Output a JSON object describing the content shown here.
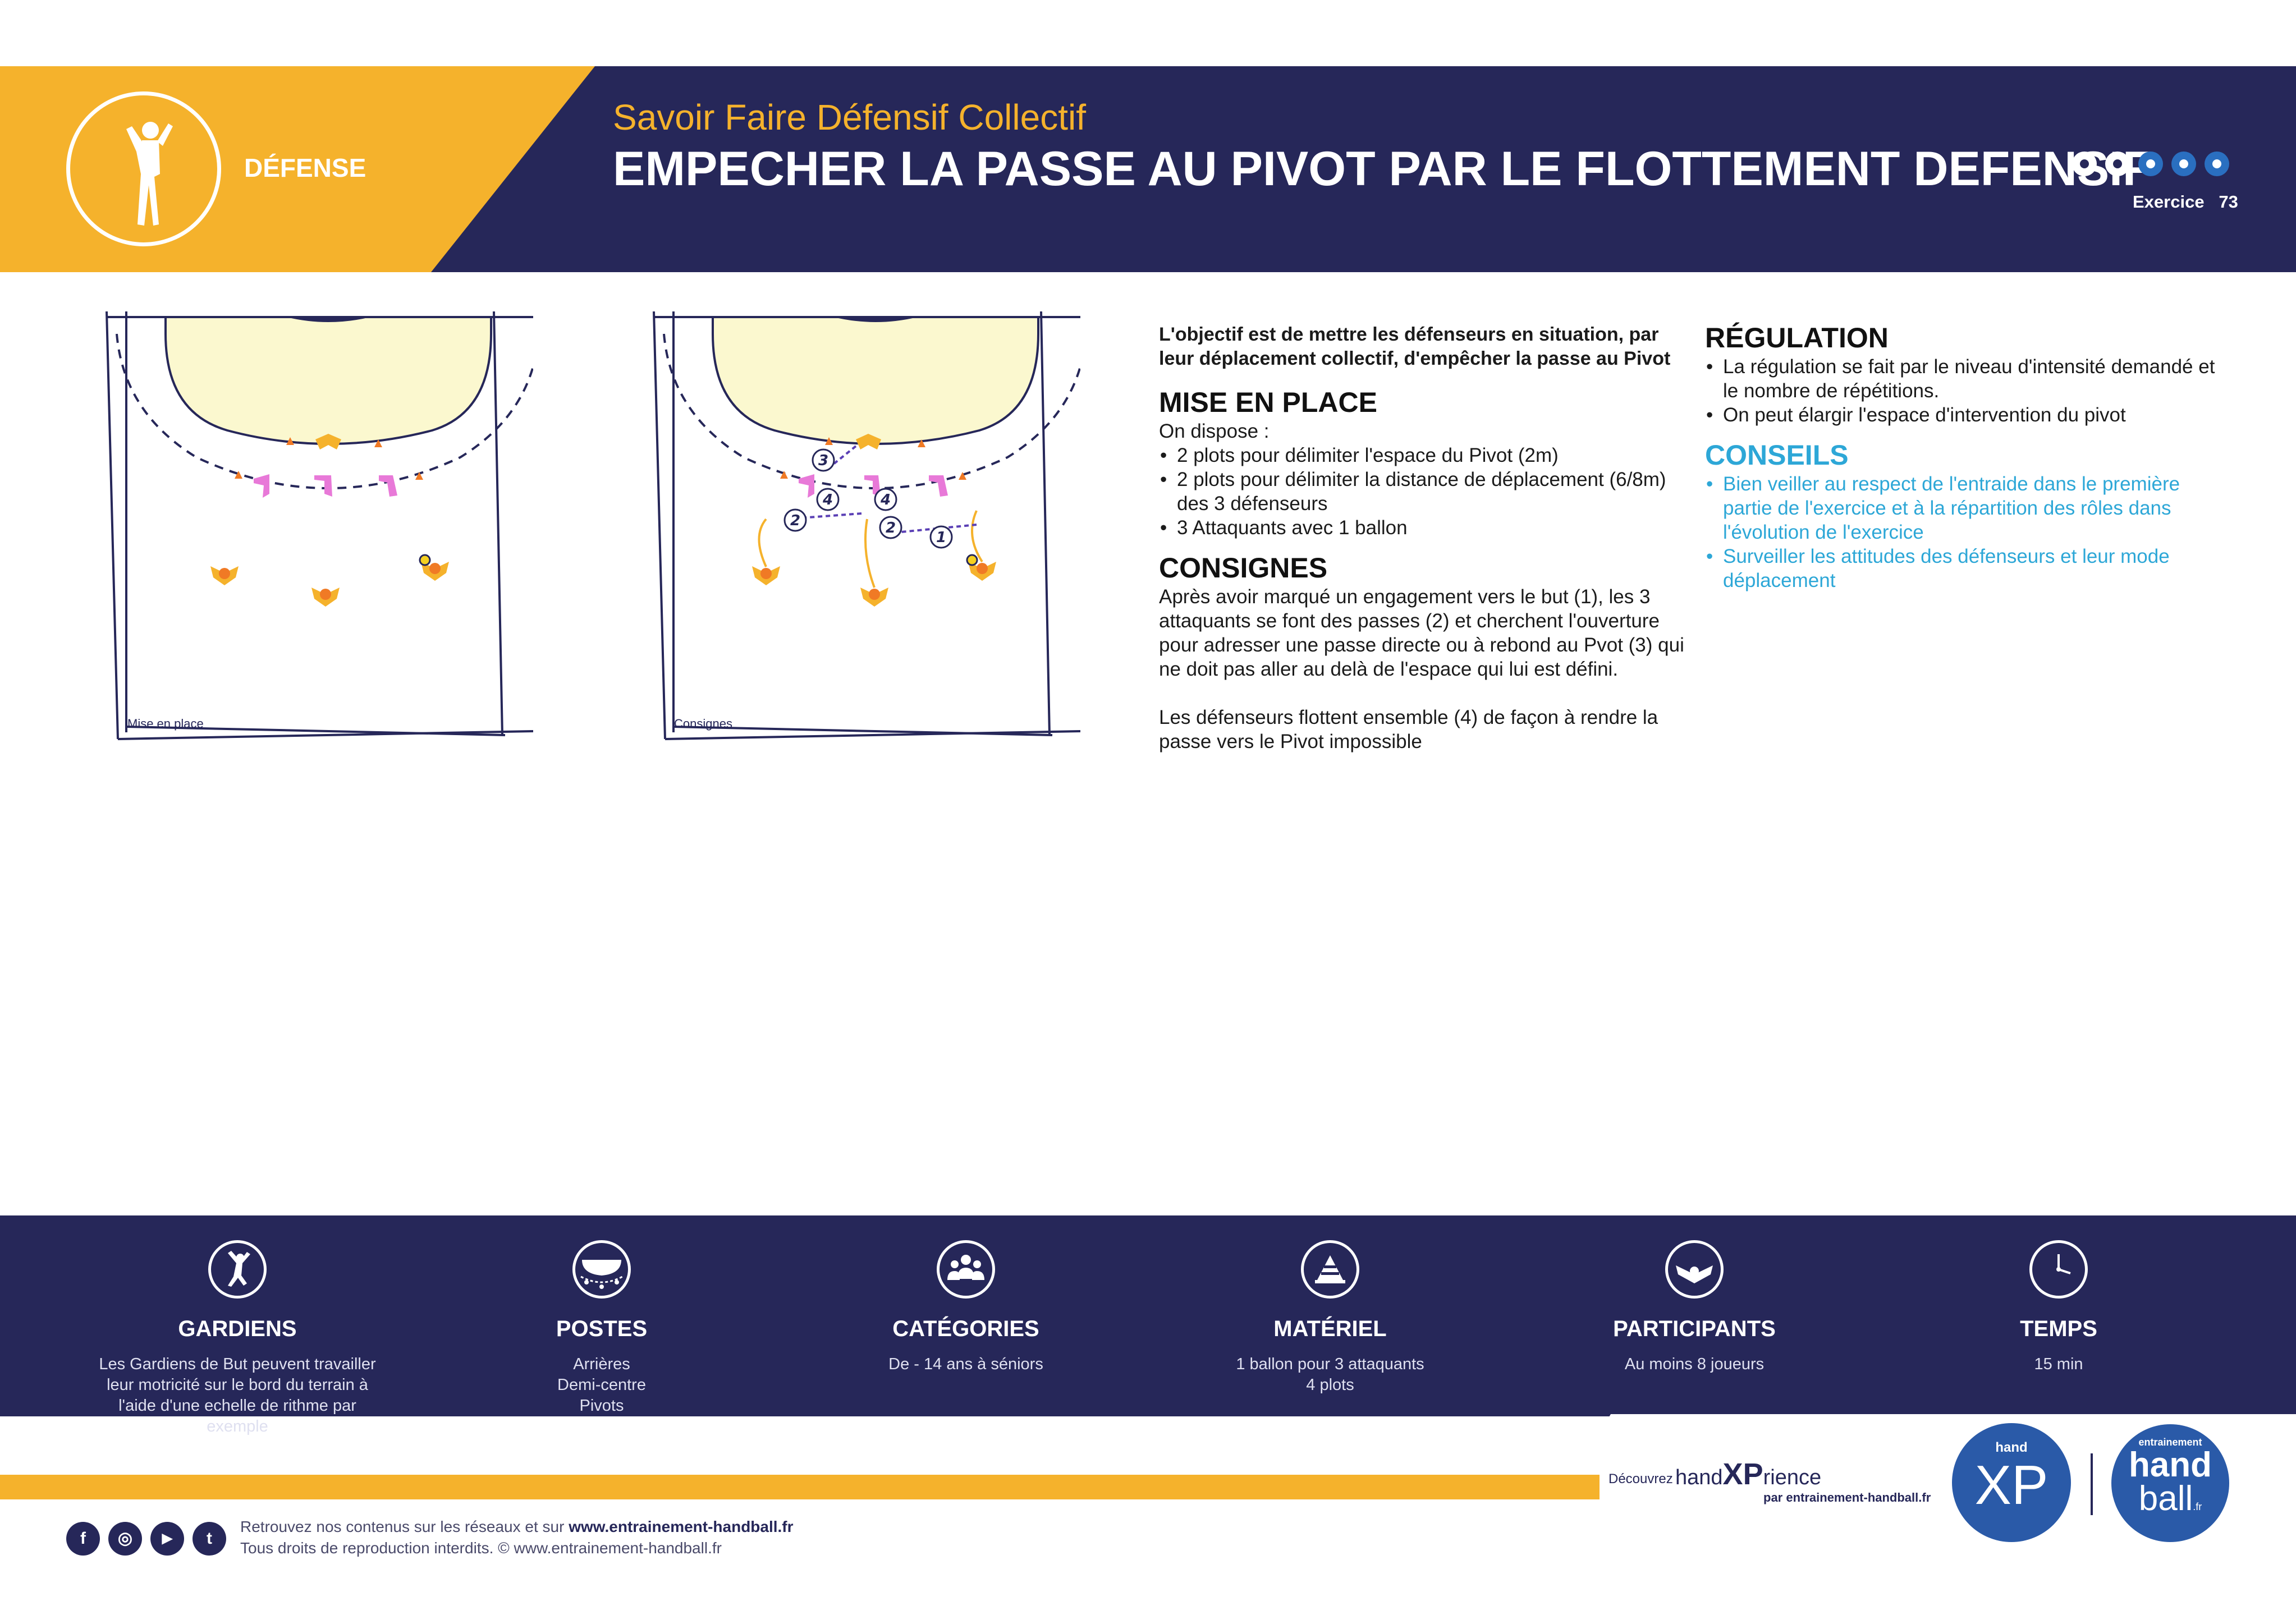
{
  "header": {
    "category": "DÉFENSE",
    "subtitle": "Savoir Faire Défensif Collectif",
    "title": "EMPECHER LA PASSE AU PIVOT PAR LE FLOTTEMENT DEFENSIF",
    "difficulty": {
      "filled": 2,
      "total": 5
    },
    "exercise_label": "Exercice",
    "exercise_number": "73"
  },
  "diagrams": {
    "left_caption": "Mise en place",
    "right_caption": "Consignes",
    "arrow_labels": [
      "1",
      "2",
      "2",
      "3",
      "4",
      "4"
    ]
  },
  "intro": "L'objectif est de mettre les défenseurs en situation, par leur déplacement collectif, d'empêcher la passe au Pivot",
  "setup": {
    "heading": "MISE EN PLACE",
    "lead": "On dispose :",
    "items": [
      "2 plots pour délimiter l'espace du Pivot (2m)",
      "2 plots pour délimiter la distance de déplacement (6/8m) des 3 défenseurs",
      "3 Attaquants avec 1 ballon"
    ]
  },
  "instructions": {
    "heading": "CONSIGNES",
    "p1": "Après avoir marqué un engagement vers le but (1), les 3 attaquants se font des passes (2) et cherchent l'ouverture pour adresser une passe directe ou à rebond au Pvot (3) qui ne doit pas aller au delà de l'espace qui lui est défini.",
    "p2": "Les défenseurs flottent ensemble (4) de façon à rendre la passe vers le Pivot impossible"
  },
  "regulation": {
    "heading": "RÉGULATION",
    "items": [
      "La régulation se fait par le niveau d'intensité demandé et le nombre de répétitions.",
      "On peut élargir l'espace d'intervention du pivot"
    ]
  },
  "tips": {
    "heading": "CONSEILS",
    "items": [
      "Bien veiller au respect de l'entraide dans le première partie de l'exercice et à la répartition des rôles dans l'évolution de l'exercice",
      "Surveiller les attitudes des défenseurs et leur mode déplacement"
    ]
  },
  "info": [
    {
      "label": "GARDIENS",
      "icon": "goalkeeper-icon",
      "value": "Les Gardiens de But peuvent travailler leur motricité sur le bord du terrain à l'aide d'une echelle de rithme par exemple"
    },
    {
      "label": "POSTES",
      "icon": "court-positions-icon",
      "value": "Arrières\nDemi-centre\nPivots"
    },
    {
      "label": "CATÉGORIES",
      "icon": "group-icon",
      "value": "De - 14 ans à séniors"
    },
    {
      "label": "MATÉRIEL",
      "icon": "cone-icon",
      "value": "1 ballon pour 3 attaquants\n4 plots"
    },
    {
      "label": "PARTICIPANTS",
      "icon": "players-icon",
      "value": "Au moins 8 joueurs"
    },
    {
      "label": "TEMPS",
      "icon": "clock-icon",
      "value": "15 min"
    }
  ],
  "promo": {
    "discover": "Découvrez",
    "brand_hand": "hand",
    "brand_xp": "XP",
    "brand_rience": "rience",
    "by": "par entrainement-handball.fr",
    "badge_hand": "hand",
    "badge_xp": "XP",
    "logo_top": "entrainement",
    "logo_hand": "hand",
    "logo_ball": "ball",
    "logo_fr": ".fr"
  },
  "footer": {
    "line1_prefix": "Retrouvez nos contenus sur les réseaux et sur",
    "line1_link": "www.entrainement-handball.fr",
    "line2": "Tous droits de reproduction interdits. © www.entrainement-handball.fr",
    "social": [
      "f",
      "◎",
      "▶",
      "t"
    ]
  },
  "colors": {
    "navy": "#262759",
    "orange": "#f5b22c",
    "blue": "#2da7d7",
    "pink": "#e879d8",
    "zone": "#fbf8cf"
  }
}
